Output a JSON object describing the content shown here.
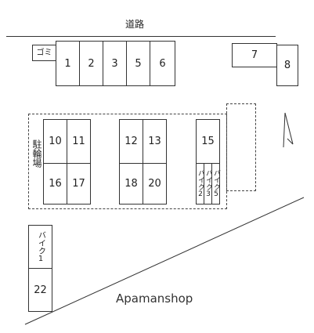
{
  "road": {
    "label": "道路"
  },
  "garbage": {
    "label": "ゴミ"
  },
  "top_row": [
    "1",
    "2",
    "3",
    "5",
    "6"
  ],
  "top_right": [
    "7",
    "8"
  ],
  "bike_area": {
    "label": "駐輪場"
  },
  "left_block": [
    "10",
    "11",
    "16",
    "17"
  ],
  "middle_block": [
    "12",
    "13",
    "18",
    "20"
  ],
  "right_block": {
    "main": "15",
    "bikes": [
      "バイク2",
      "バイク3",
      "バイク5"
    ]
  },
  "bottom_left": {
    "bike": "バイク1",
    "space": "22"
  },
  "watermark": "Apamanshop",
  "north_mark": "N"
}
